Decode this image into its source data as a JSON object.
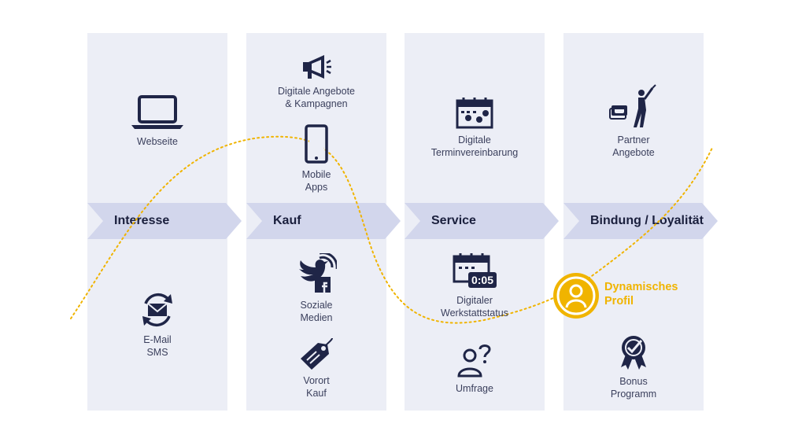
{
  "colors": {
    "navy": "#1f2547",
    "panel": "#eceef6",
    "arrow": "#d2d6ec",
    "accent": "#f0b400"
  },
  "stages": [
    {
      "label": "Interesse"
    },
    {
      "label": "Kauf"
    },
    {
      "label": "Service"
    },
    {
      "label": "Bindung / Loyalität"
    }
  ],
  "items": {
    "webseite": {
      "label": "Webseite",
      "icon": "laptop-icon"
    },
    "email": {
      "label": "E-Mail\nSMS",
      "icon": "email-sync-icon"
    },
    "angebote": {
      "label": "Digitale Angebote\n& Kampagnen",
      "icon": "megaphone-icon"
    },
    "apps": {
      "label": "Mobile\nApps",
      "icon": "smartphone-icon"
    },
    "soziale": {
      "label": "Soziale\nMedien",
      "icon": "social-media-icon"
    },
    "vorort": {
      "label": "Vorort\nKauf",
      "icon": "price-tag-icon"
    },
    "termin": {
      "label": "Digitale\nTerminvereinbarung",
      "icon": "calendar-check-icon"
    },
    "werkstatt": {
      "label": "Digitaler\nWerkstattstatus",
      "icon": "calendar-timer-icon",
      "timer": "0:05"
    },
    "umfrage": {
      "label": "Umfrage",
      "icon": "person-question-icon"
    },
    "partner": {
      "label": "Partner\nAngebote",
      "icon": "golfer-icon"
    },
    "bonus": {
      "label": "Bonus\nProgramm",
      "icon": "award-badge-icon"
    }
  },
  "profile": {
    "label": "Dynamisches\nProfil",
    "icon": "profile-circle-icon"
  }
}
